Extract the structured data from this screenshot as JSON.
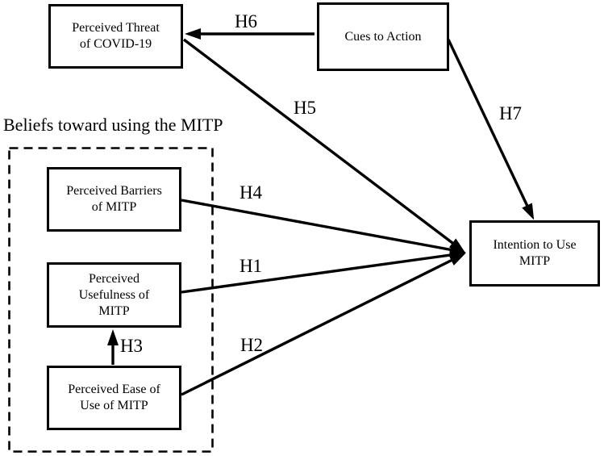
{
  "figure": {
    "group_label": "Beliefs toward using the MITP",
    "colors": {
      "ink": "#000000",
      "background": "#ffffff"
    },
    "nodes": {
      "perceived_threat": {
        "label": "Perceived Threat\nof COVID-19"
      },
      "cues_to_action": {
        "label": "Cues to Action"
      },
      "intention": {
        "label": "Intention to Use\nMITP"
      },
      "perceived_barriers": {
        "label": "Perceived Barriers\nof MITP"
      },
      "perceived_usefulness": {
        "label": "Perceived\nUsefulness of\nMITP"
      },
      "perceived_ease": {
        "label": "Perceived Ease of\nUse of MITP"
      }
    },
    "edges": {
      "h1": {
        "label": "H1",
        "from": "perceived_usefulness",
        "to": "intention"
      },
      "h2": {
        "label": "H2",
        "from": "perceived_ease",
        "to": "intention"
      },
      "h3": {
        "label": "H3",
        "from": "perceived_ease",
        "to": "perceived_usefulness"
      },
      "h4": {
        "label": "H4",
        "from": "perceived_barriers",
        "to": "intention"
      },
      "h5": {
        "label": "H5",
        "from": "perceived_threat",
        "to": "intention"
      },
      "h6": {
        "label": "H6",
        "from": "cues_to_action",
        "to": "perceived_threat"
      },
      "h7": {
        "label": "H7",
        "from": "cues_to_action",
        "to": "intention"
      }
    }
  }
}
